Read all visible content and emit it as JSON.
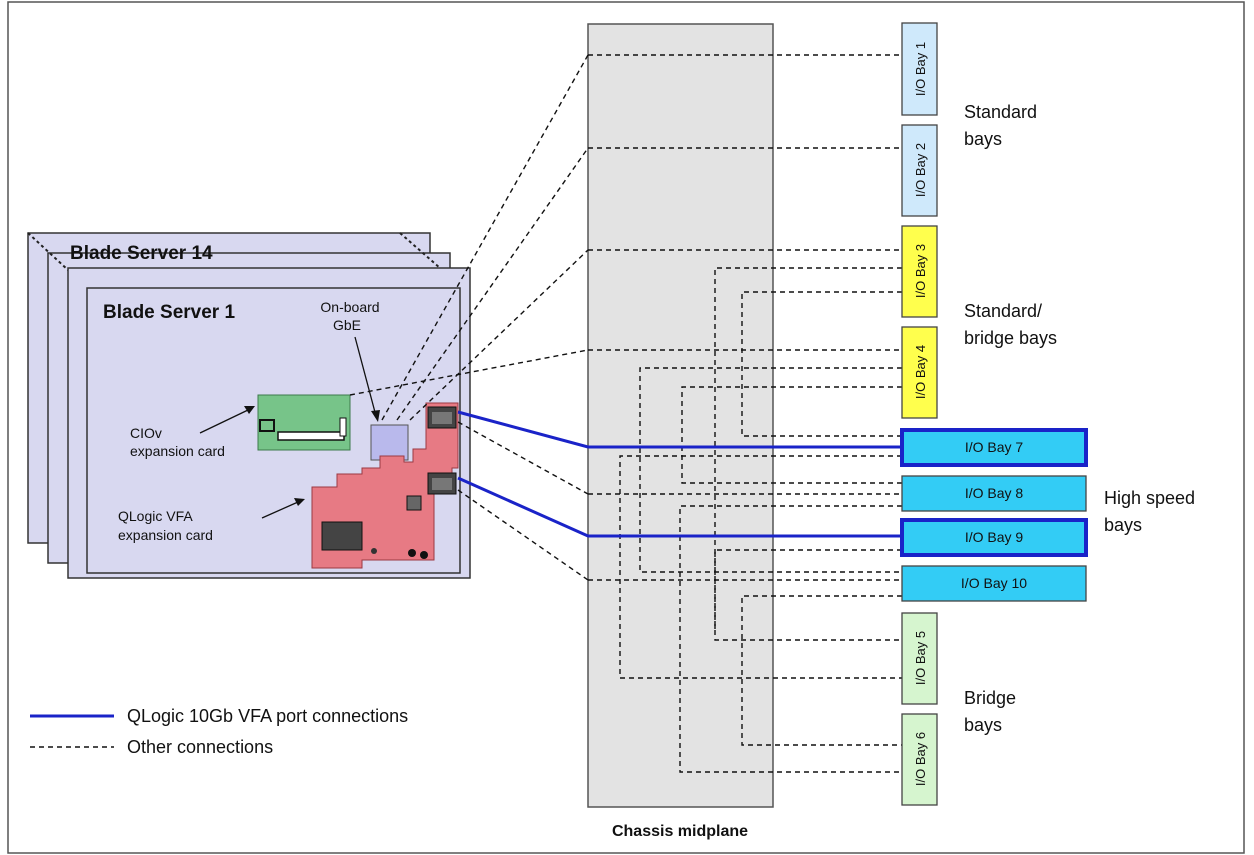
{
  "blade_servers": {
    "back_label": "Blade Server 14",
    "front_label": "Blade Server 1"
  },
  "components": {
    "onboard_gbe": [
      "On-board",
      "GbE"
    ],
    "ciov_card": [
      "CIOv",
      "expansion card"
    ],
    "qlogic_card": [
      "QLogic VFA",
      "expansion card"
    ]
  },
  "midplane": {
    "label": "Chassis midplane"
  },
  "io_bays": {
    "bay1": "I/O Bay 1",
    "bay2": "I/O Bay 2",
    "bay3": "I/O Bay 3",
    "bay4": "I/O Bay 4",
    "bay5": "I/O Bay 5",
    "bay6": "I/O Bay 6",
    "bay7": "I/O Bay 7",
    "bay8": "I/O Bay 8",
    "bay9": "I/O Bay 9",
    "bay10": "I/O Bay 10"
  },
  "bay_groups": {
    "standard": [
      "Standard",
      "bays"
    ],
    "standard_bridge": [
      "Standard/",
      "bridge bays"
    ],
    "high_speed": [
      "High speed",
      "bays"
    ],
    "bridge": [
      "Bridge",
      "bays"
    ]
  },
  "legend": {
    "solid": "QLogic 10Gb VFA port connections",
    "dashed": "Other connections"
  },
  "colors": {
    "blade_fill": "#d8d8f0",
    "midplane_fill": "#e3e3e3",
    "standard_bay": "#cfe9fb",
    "standard_bridge_bay": "#ffff4d",
    "high_speed_bay": "#33ccf5",
    "bridge_bay": "#d6f5cf",
    "ciov_card": "#77c489",
    "qlogic_card": "#e77a84",
    "vfa_line": "#1a23c8"
  }
}
